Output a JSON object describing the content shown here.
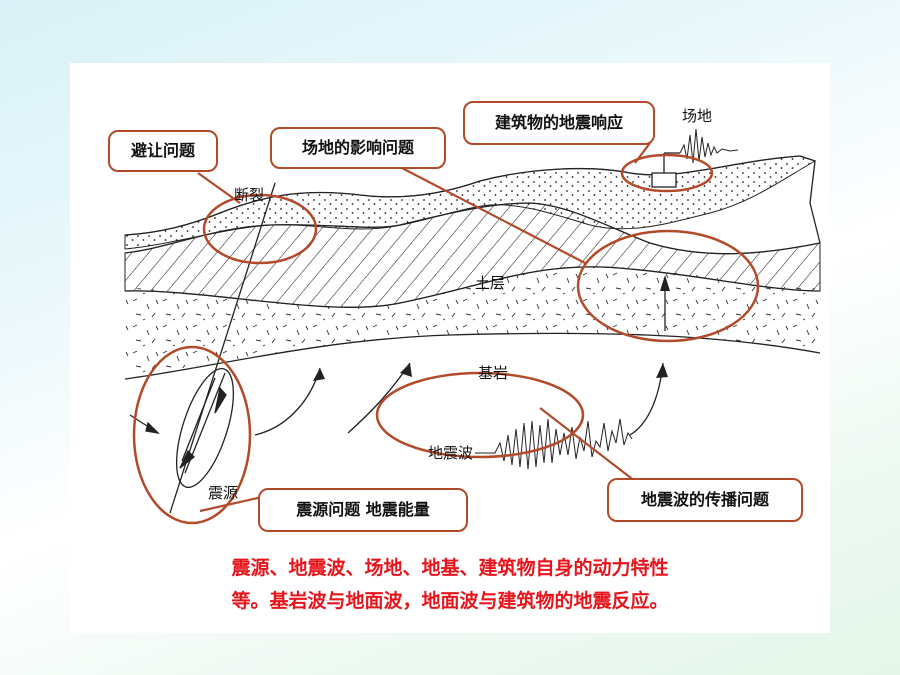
{
  "callouts": {
    "avoid": "避让问题",
    "site_influence": "场地的影响问题",
    "building_response": "建筑物的地震响应",
    "source": "震源问题  地震能量",
    "propagation": "地震波的传播问题"
  },
  "labels": {
    "fault": "断裂",
    "soil_layer": "土层",
    "bedrock": "基岩",
    "seismic_wave": "地震波",
    "source": "震源",
    "site": "场地"
  },
  "caption": {
    "line1": "震源、地震波、场地、地基、建筑物自身的动力特性",
    "line2": "等。基岩波与地面波，地面波与建筑物的地震反应。"
  },
  "colors": {
    "callout_border": "#b34a2a",
    "caption_text": "#e8141c",
    "line": "#222222"
  }
}
